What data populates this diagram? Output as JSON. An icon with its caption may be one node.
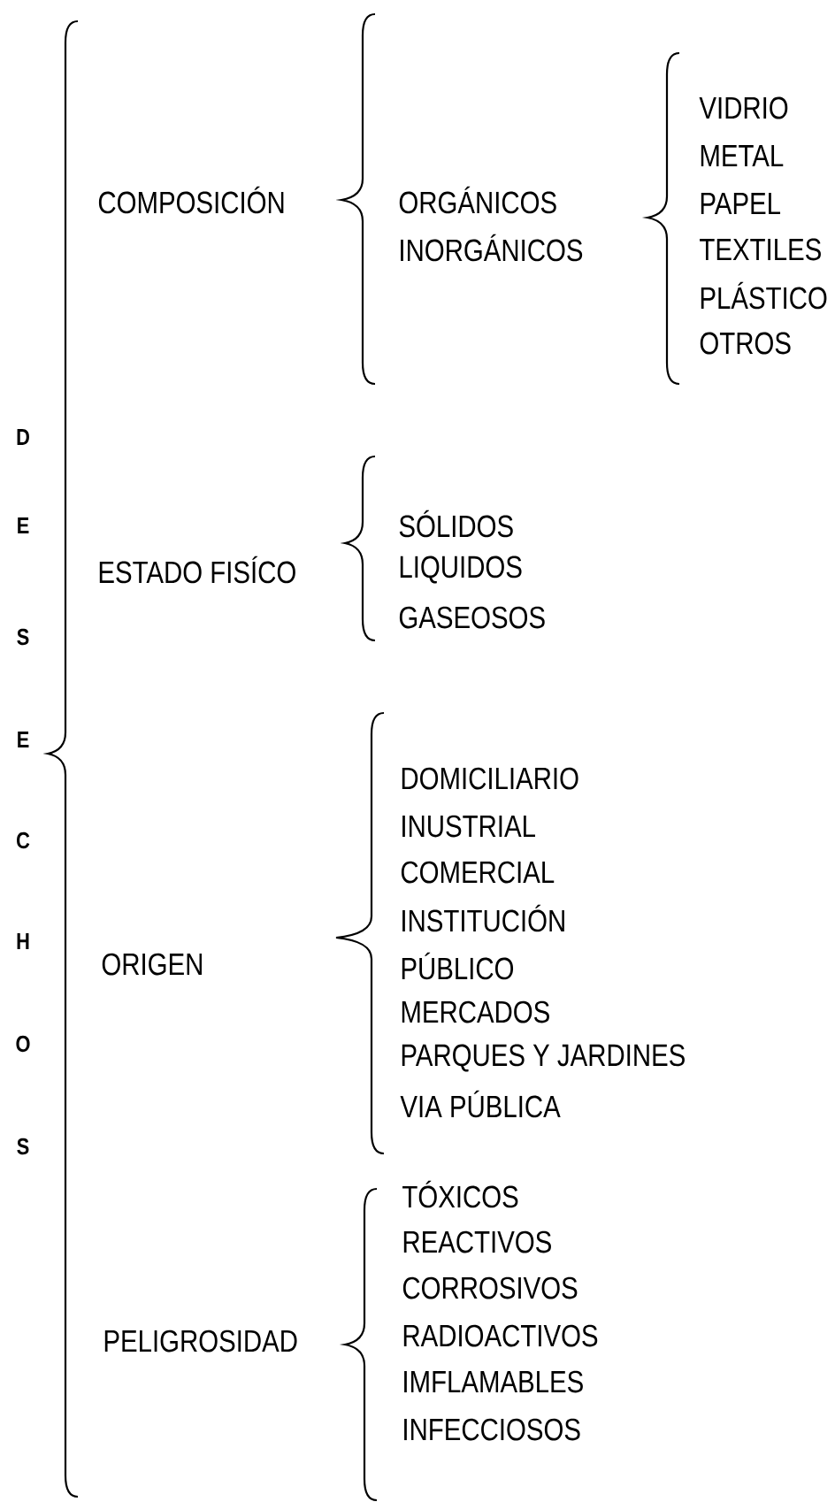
{
  "diagram": {
    "labels": [
      "D",
      "E",
      "S",
      "E",
      "C",
      "H",
      "O",
      "S",
      "COMPOSICIÓN",
      "ORGÁNICOS",
      "INORGÁNICOS",
      "VIDRIO",
      "METAL",
      "PAPEL",
      "TEXTILES",
      "PLÁSTICO",
      "OTROS",
      "ESTADO FISÍCO",
      "SÓLIDOS",
      "LIQUIDOS",
      "GASEOSOS",
      "ORIGEN",
      "DOMICILIARIO",
      "INUSTRIAL",
      "COMERCIAL",
      "INSTITUCIÓN",
      "PÚBLICO",
      "MERCADOS",
      "PARQUES Y JARDINES",
      "VIA PÚBLICA",
      "PELIGROSIDAD",
      "TÓXICOS",
      "REACTIVOS",
      "CORROSIVOS",
      "RADIOACTIVOS",
      "IMFLAMABLES",
      "INFECCIOSOS"
    ]
  }
}
